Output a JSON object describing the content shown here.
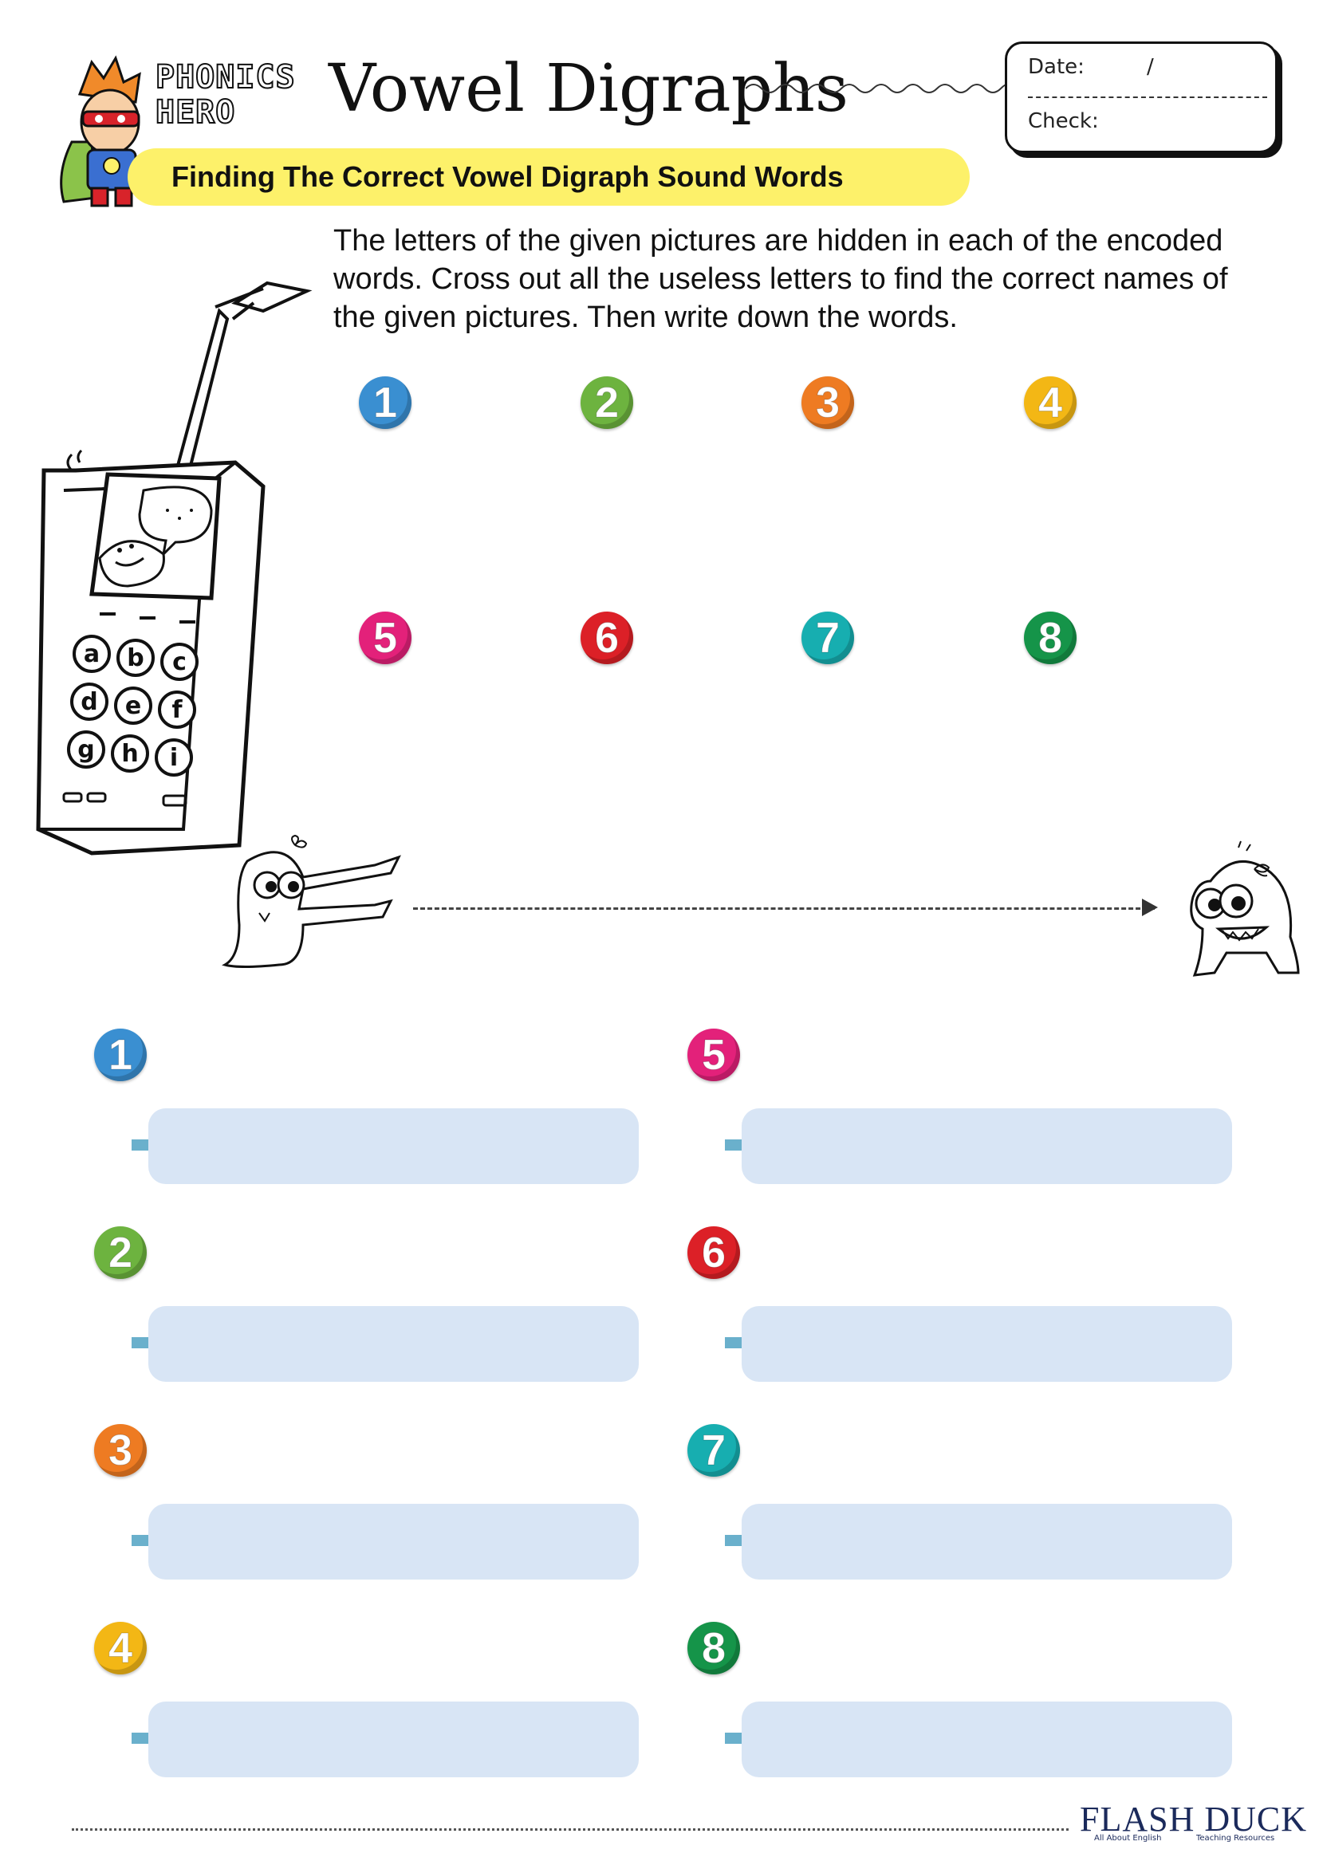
{
  "header": {
    "brand_logo_text": "PHONICS HERO",
    "title": "Vowel Digraphs",
    "subtitle": "Finding The Correct Vowel Digraph Sound Words"
  },
  "date_box": {
    "date_label": "Date:",
    "date_separator": "/",
    "check_label": "Check:"
  },
  "instructions": "The letters of the given pictures are hidden in each of the encoded words. Cross out all the useless letters to find the correct names of the given pictures. Then write down the words.",
  "phone_keys": [
    "a",
    "b",
    "c",
    "d",
    "e",
    "f",
    "g",
    "h",
    "i"
  ],
  "picture_numbers": [
    "1",
    "2",
    "3",
    "4",
    "5",
    "6",
    "7",
    "8"
  ],
  "answers": {
    "left": [
      "1",
      "2",
      "3",
      "4"
    ],
    "right": [
      "5",
      "6",
      "7",
      "8"
    ]
  },
  "footer": {
    "brand": "FLASH DUCK",
    "tagline_left": "All About English",
    "tagline_right": "Teaching Resources"
  },
  "colors": {
    "num1": "#3a8fd1",
    "num2": "#6db33f",
    "num3": "#ee7b22",
    "num4": "#f3b715",
    "num5": "#e3217a",
    "num6": "#dc2027",
    "num7": "#17aeb0",
    "num8": "#159449",
    "subtitle_bar": "#fdf16a",
    "answer_box": "#d8e5f5"
  }
}
